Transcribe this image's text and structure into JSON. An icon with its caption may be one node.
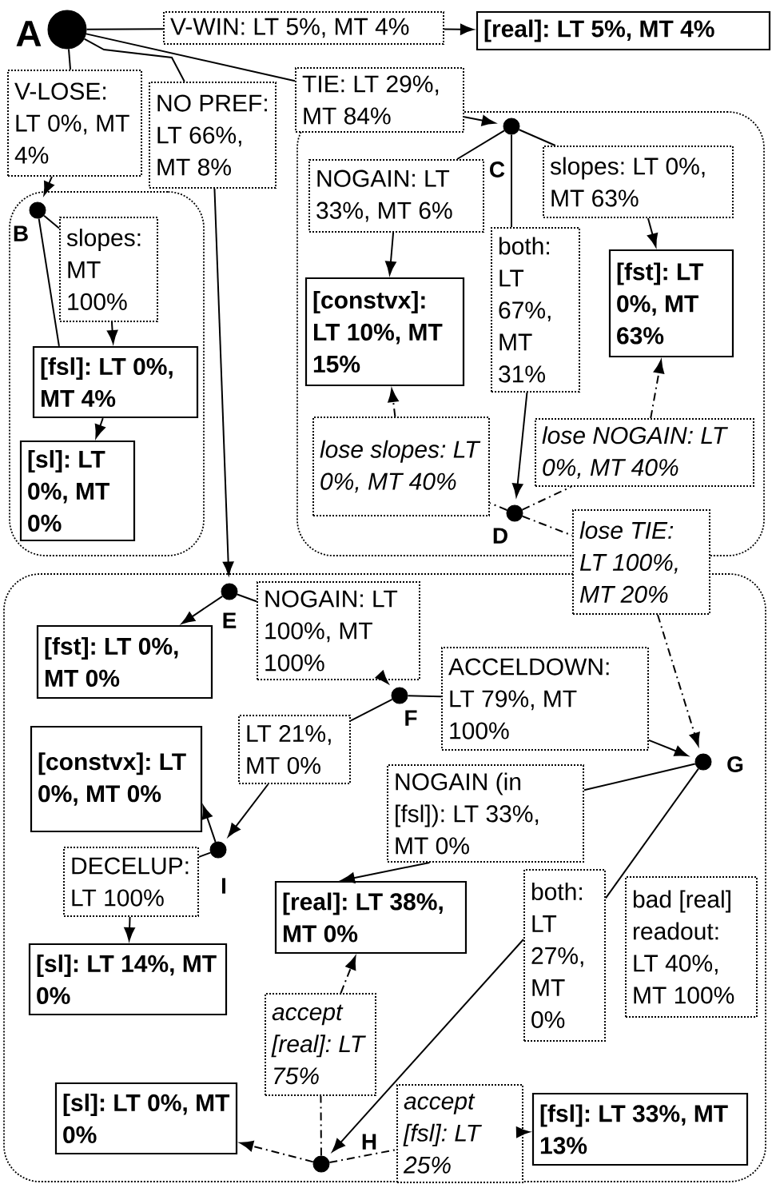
{
  "diagram": {
    "nodes": [
      {
        "text": [],
        "shape": "circle",
        "beside": [
          "A"
        ]
      },
      {
        "text": [
          "V-WIN: LT 5%, MT 4%"
        ]
      },
      {
        "text": [
          "[real]: LT 5%, MT 4%"
        ]
      },
      {
        "text": [
          "V-LOSE: LT 0%, MT 4%"
        ]
      },
      {
        "text": [
          "NO PREF: LT 66%, MT 8%"
        ]
      },
      {
        "text": [
          "TIE: LT 29%, MT 84%"
        ]
      },
      {
        "text": [],
        "shape": "box"
      },
      {
        "text": [],
        "shape": "circle",
        "beside": [
          "B"
        ],
        "in": 6
      },
      {
        "text": [
          "slopes: MT 100%"
        ],
        "in": 6
      },
      {
        "text": [
          "[fsl]: LT 0%, MT 4%"
        ],
        "in": 6
      },
      {
        "text": [
          "[sl]: LT 0%, MT 0%"
        ],
        "in": 6
      },
      {
        "text": [],
        "shape": "box"
      },
      {
        "text": [],
        "shape": "circle",
        "in": 11
      },
      {
        "text": [
          "NOGAIN: LT 33%, MT 6%"
        ],
        "in": 11
      },
      {
        "text": [
          "slopes: LT 0%, MT 63%"
        ],
        "in": 11
      },
      {
        "text": [
          "both: LT 67%, MT 31%"
        ],
        "in": 11
      },
      {
        "text": [
          "[constvx]: LT 10%, MT 15%"
        ],
        "in": 11
      },
      {
        "text": [
          "[fst]: LT 0%, MT 63%"
        ],
        "in": 11
      },
      {
        "text": [
          "lose slopes: LT 0%, MT 40%"
        ],
        "in": 11
      },
      {
        "text": [
          "lose NOGAIN: LT 0%, MT 40%"
        ],
        "in": 11
      },
      {
        "text": [],
        "shape": "circle",
        "beside": [
          "D"
        ],
        "in": 11
      },
      {
        "text": [
          "lose TIE: LT 100%, MT 20%"
        ]
      },
      {
        "text": [],
        "shape": "box"
      },
      {
        "text": [],
        "shape": "circle",
        "beside": [
          "E"
        ],
        "in": 22
      },
      {
        "text": [
          "[fst]: LT 0%, MT 0%"
        ],
        "in": 22
      },
      {
        "text": [
          "NOGAIN: LT 100%, MT 100%"
        ],
        "in": 22
      },
      {
        "text": [],
        "shape": "circle",
        "beside": [
          "F"
        ],
        "in": 22
      },
      {
        "text": [
          "ACCELDOWN: LT 79%, MT 100%"
        ],
        "in": 22
      },
      {
        "text": [
          "LT 21%, MT 0%"
        ],
        "in": 22
      },
      {
        "text": [
          "[constvx]: LT 0%, MT 0%"
        ],
        "in": 22
      },
      {
        "text": [],
        "shape": "circle",
        "beside": [
          "G"
        ],
        "in": 22
      },
      {
        "text": [
          "NOGAIN (in [fsl]): LT 33%, MT 0%"
        ],
        "in": 22
      },
      {
        "text": [],
        "shape": "circle",
        "beside": [
          "I"
        ],
        "in": 22
      },
      {
        "text": [
          "DECELUP: LT 100%"
        ],
        "in": 22
      },
      {
        "text": [
          "[real]: LT 38%, MT 0%"
        ],
        "in": 22
      },
      {
        "text": [
          "both: LT 27%, MT 0%"
        ],
        "in": 22
      },
      {
        "text": [
          "bad [real] readout: LT 40%, MT 100%"
        ],
        "in": 22
      },
      {
        "text": [
          "[sl]: LT 14%, MT 0%"
        ],
        "in": 22
      },
      {
        "text": [
          "accept [real]: LT 75%"
        ],
        "in": 22
      },
      {
        "text": [
          "[sl]: LT 0%, MT 0%"
        ],
        "in": 22
      },
      {
        "text": [
          "accept [fsl]: LT 25%"
        ],
        "in": 22
      },
      {
        "text": [],
        "shape": "circle",
        "beside": [
          "H"
        ],
        "in": 22
      },
      {
        "text": [
          "[fsl]: LT 33%, MT 13%"
        ],
        "in": 22
      }
    ],
    "edges": [
      {
        "from": 0,
        "to": 1,
        "arrow": "none"
      },
      {
        "from": 1,
        "to": 2,
        "arrow": "to"
      },
      {
        "from": 0,
        "to": 3,
        "arrow": "none"
      },
      {
        "from": 3,
        "to": 7,
        "arrow": "to"
      },
      {
        "from": 0,
        "to": 4,
        "arrow": "none"
      },
      {
        "from": 4,
        "to": 23,
        "arrow": "to"
      },
      {
        "from": 0,
        "to": 5,
        "arrow": "none"
      },
      {
        "from": 5,
        "to": 12,
        "arrow": "to"
      },
      {
        "from": 7,
        "to": 8,
        "arrow": "none"
      },
      {
        "from": 8,
        "to": 9,
        "arrow": "to"
      },
      {
        "from": 7,
        "to": 9,
        "arrow": "none"
      },
      {
        "from": 9,
        "to": 10,
        "arrow": "to"
      },
      {
        "from": 12,
        "to": 13,
        "arrow": "none"
      },
      {
        "from": 13,
        "to": 16,
        "arrow": "to"
      },
      {
        "from": 12,
        "to": 14,
        "arrow": "none"
      },
      {
        "from": 14,
        "to": 17,
        "arrow": "to"
      },
      {
        "from": 12,
        "to": 15,
        "arrow": "none"
      },
      {
        "from": 15,
        "to": 20,
        "arrow": "to"
      },
      {
        "from": 20,
        "to": 18,
        "arrow": "none",
        "style": "dashed"
      },
      {
        "from": 18,
        "to": 16,
        "arrow": "to",
        "style": "dashed"
      },
      {
        "from": 20,
        "to": 19,
        "arrow": "none",
        "style": "dashed"
      },
      {
        "from": 19,
        "to": 17,
        "arrow": "to",
        "style": "dashed"
      },
      {
        "from": 20,
        "to": 21,
        "arrow": "none",
        "style": "dashed"
      },
      {
        "from": 21,
        "to": 30,
        "arrow": "to",
        "style": "dashed"
      },
      {
        "from": 23,
        "to": 24,
        "arrow": "to"
      },
      {
        "from": 23,
        "to": 25,
        "arrow": "none"
      },
      {
        "from": 25,
        "to": 26,
        "arrow": "to"
      },
      {
        "from": 26,
        "to": 27,
        "arrow": "none"
      },
      {
        "from": 27,
        "to": 30,
        "arrow": "to"
      },
      {
        "from": 26,
        "to": 28,
        "arrow": "none"
      },
      {
        "from": 28,
        "to": 32,
        "arrow": "to"
      },
      {
        "from": 32,
        "to": 29,
        "arrow": "to"
      },
      {
        "from": 32,
        "to": 33,
        "arrow": "none"
      },
      {
        "from": 33,
        "to": 37,
        "arrow": "to"
      },
      {
        "from": 30,
        "to": 31,
        "arrow": "none"
      },
      {
        "from": 31,
        "to": 34,
        "arrow": "to"
      },
      {
        "from": 30,
        "to": 35,
        "arrow": "none"
      },
      {
        "from": 35,
        "to": 41,
        "arrow": "to"
      },
      {
        "from": 41,
        "to": 38,
        "arrow": "none",
        "style": "dashed"
      },
      {
        "from": 38,
        "to": 34,
        "arrow": "to",
        "style": "dashed"
      },
      {
        "from": 41,
        "to": 39,
        "arrow": "to",
        "style": "dashed"
      },
      {
        "from": 41,
        "to": 40,
        "arrow": "none",
        "style": "dashed"
      },
      {
        "from": 40,
        "to": 42,
        "arrow": "to",
        "style": "dashed"
      }
    ],
    "labels": [
      "C"
    ]
  }
}
